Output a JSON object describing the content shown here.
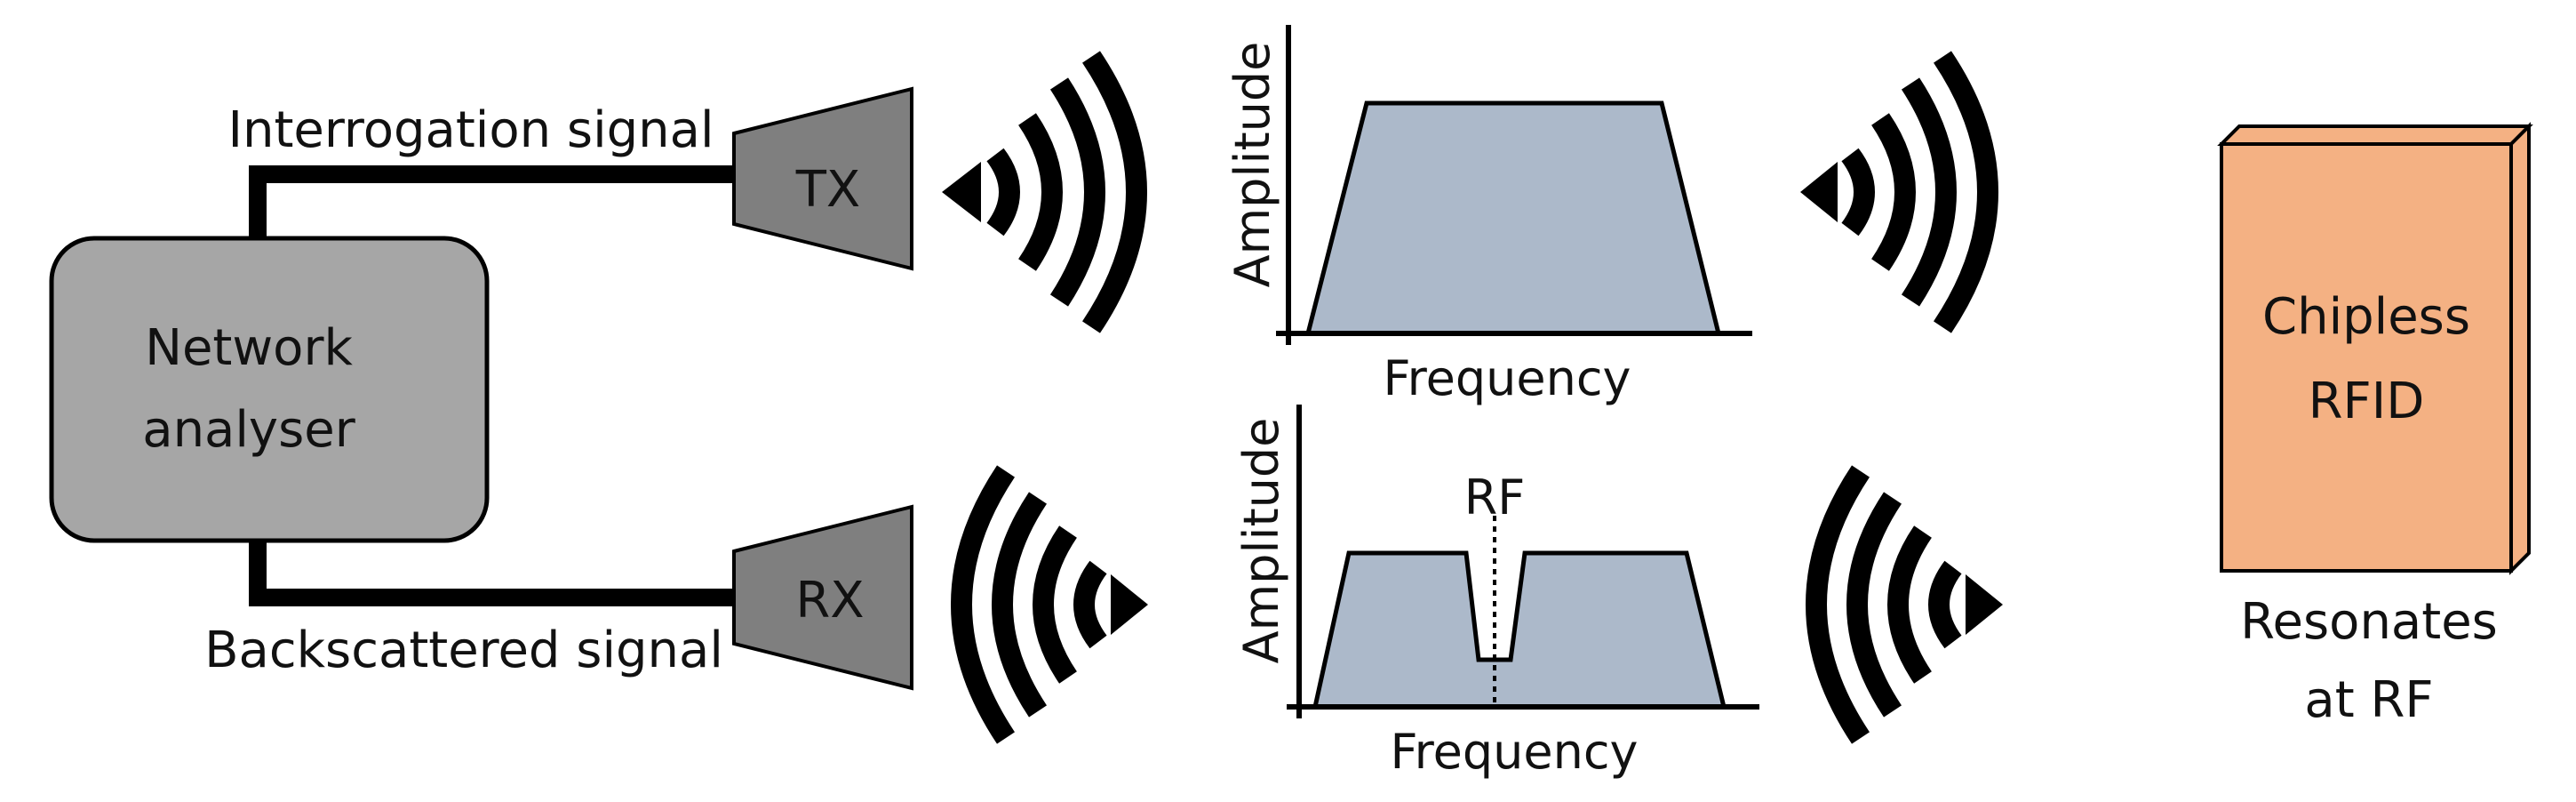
{
  "colors": {
    "analyser_fill": "#a6a6a6",
    "antenna_fill": "#7f7f7f",
    "spectrum_fill": "#acb9ca",
    "tag_fill": "#f4b183",
    "line": "#000000"
  },
  "analyser": {
    "label_line1": "Network",
    "label_line2": "analyser"
  },
  "tx": {
    "label": "TX",
    "signal_label": "Interrogation signal"
  },
  "rx": {
    "label": "RX",
    "signal_label": "Backscattered signal"
  },
  "spectrum_top": {
    "ylabel": "Amplitude",
    "xlabel": "Frequency"
  },
  "spectrum_bottom": {
    "ylabel": "Amplitude",
    "xlabel": "Frequency",
    "notch_label": "RF"
  },
  "tag": {
    "label_line1": "Chipless",
    "label_line2": "RFID",
    "caption_line1": "Resonates",
    "caption_line2": "at RF"
  },
  "icons": [
    "wave-right-icon",
    "wave-left-icon"
  ]
}
